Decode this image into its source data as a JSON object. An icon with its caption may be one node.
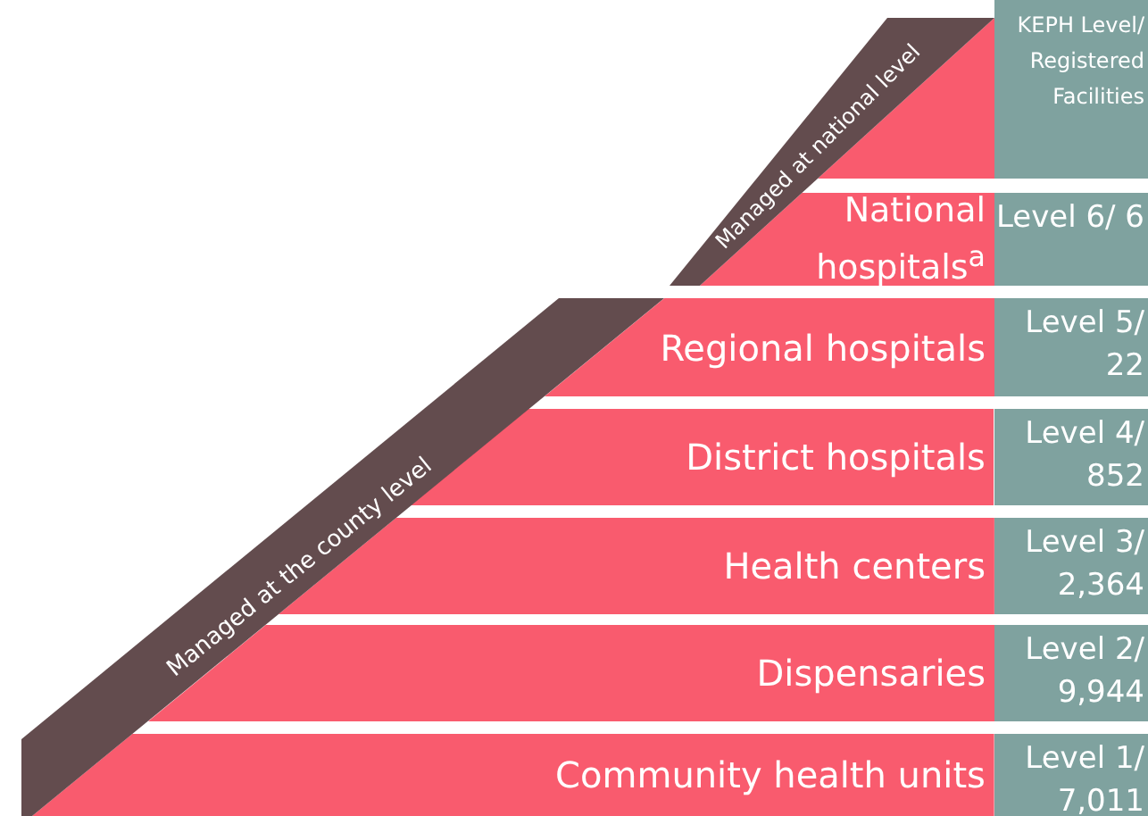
{
  "diagram": {
    "nodes": [
      {
        "text": [
          "Managed at national level"
        ]
      },
      {
        "text": [
          "Managed at the county level"
        ]
      },
      {
        "text": [
          "KEPH Level/ Registered Facilities"
        ]
      },
      {
        "text": [
          "National hospitals$^{a}$"
        ]
      },
      {
        "text": [
          "Level 6/ 6"
        ]
      },
      {
        "text": [
          "Regional hospitals"
        ]
      },
      {
        "text": [
          "Level 5/ 22"
        ]
      },
      {
        "text": [
          "District hospitals"
        ]
      },
      {
        "text": [
          "Level 4/ 852"
        ]
      },
      {
        "text": [
          "Health centers"
        ]
      },
      {
        "text": [
          "Level 3/ 2,364"
        ]
      },
      {
        "text": [
          "Dispensaries"
        ]
      },
      {
        "text": [
          "Level 2/ 9,944"
        ]
      },
      {
        "text": [
          "Community health units"
        ]
      },
      {
        "text": [
          "Level 1/ 7,011"
        ]
      },
      {
        "text": [],
        "shape": "triangle"
      }
    ],
    "edges": []
  }
}
